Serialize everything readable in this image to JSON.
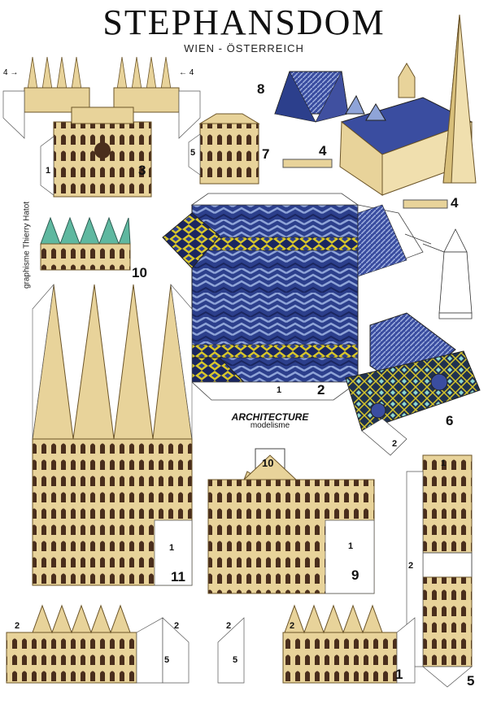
{
  "header": {
    "title": "STEPHANSDOM",
    "subtitle": "WIEN - ÖSTERREICH"
  },
  "credit": "graphisme Thierry Hatot",
  "logo": {
    "line1": "ARCHITECTURE",
    "line2": "modelisme"
  },
  "piece_numbers": {
    "p1": "1",
    "p2": "2",
    "p3": "3",
    "p4": "4",
    "p5": "5",
    "p6": "6",
    "p7": "7",
    "p8": "8",
    "p9": "9",
    "p10": "10",
    "p11": "11"
  },
  "colors": {
    "stone": "#e8d39a",
    "stone_dark": "#a8874a",
    "window": "#4a2e1c",
    "roof_blue": "#2c3f8c",
    "roof_light": "#8fa4d8",
    "roof_green": "#5fb8a0",
    "zigzag_yellow": "#d8c62a"
  }
}
